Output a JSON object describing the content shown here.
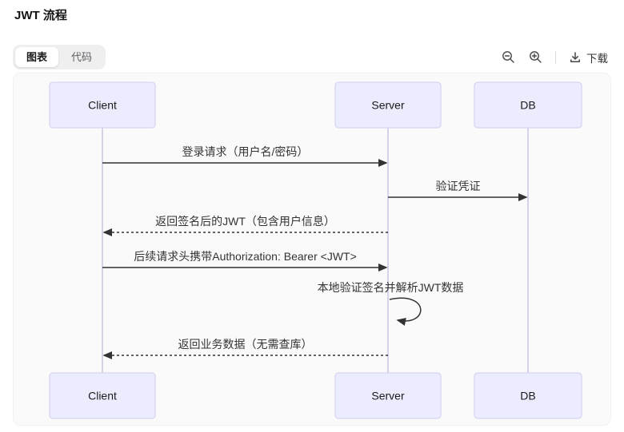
{
  "page": {
    "title": "JWT 流程"
  },
  "toolbar": {
    "tabs": [
      {
        "label": "图表",
        "active": true
      },
      {
        "label": "代码",
        "active": false
      }
    ],
    "zoom_out_icon": "magnifier-minus",
    "zoom_in_icon": "magnifier-plus",
    "download": {
      "icon": "download-tray-arrow",
      "label": "下载"
    }
  },
  "diagram": {
    "type": "sequence",
    "actors": [
      "Client",
      "Server",
      "DB"
    ],
    "messages": [
      {
        "from": "Client",
        "to": "Server",
        "label": "登录请求（用户名/密码）",
        "line": "solid"
      },
      {
        "from": "Server",
        "to": "DB",
        "label": "验证凭证",
        "line": "solid"
      },
      {
        "from": "Server",
        "to": "Client",
        "label": "返回签名后的JWT（包含用户信息）",
        "line": "dotted"
      },
      {
        "from": "Client",
        "to": "Server",
        "label": "后续请求头携带Authorization: Bearer <JWT>",
        "line": "solid"
      },
      {
        "from": "Server",
        "to": "Server",
        "label": "本地验证签名并解析JWT数据",
        "line": "self"
      },
      {
        "from": "Server",
        "to": "Client",
        "label": "返回业务数据（无需查库）",
        "line": "dotted"
      }
    ],
    "colors": {
      "actor_fill": "#ECECFF",
      "actor_border": "#d8d5f0",
      "lifeline": "#d6d2ea",
      "arrow": "#333333",
      "text": "#333333",
      "panel_bg": "#fafafa"
    }
  }
}
